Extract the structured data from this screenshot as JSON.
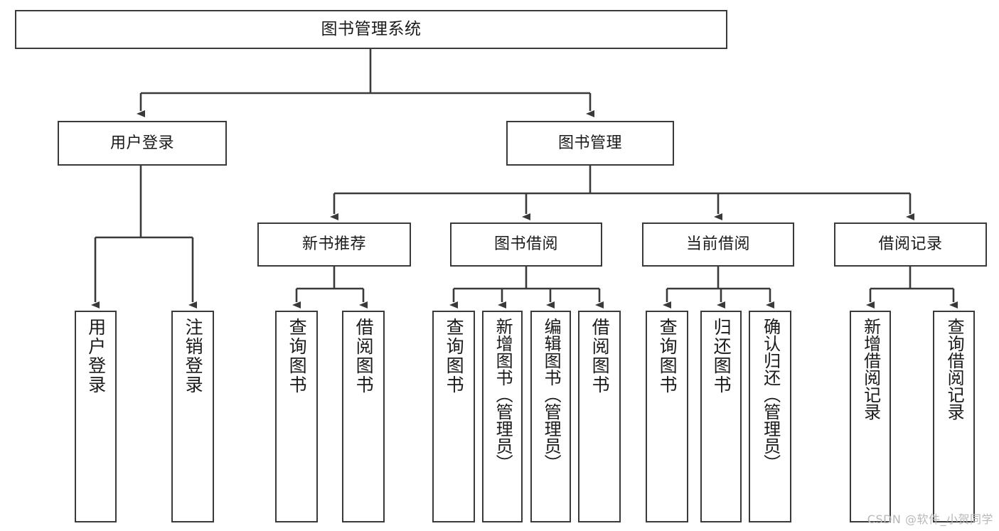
{
  "diagram": {
    "type": "tree",
    "title": "图书管理系统",
    "orientation": "top-down",
    "line_color": "#3a3a3a",
    "box_fill": "#ffffff",
    "box_border": "#3a3a3a",
    "levels": 4
  },
  "root": {
    "label": "图书管理系统"
  },
  "level2": [
    {
      "label": "用户登录"
    },
    {
      "label": "图书管理"
    }
  ],
  "level3": [
    {
      "label": "新书推荐"
    },
    {
      "label": "图书借阅"
    },
    {
      "label": "当前借阅"
    },
    {
      "label": "借阅记录"
    }
  ],
  "leaves": {
    "user_login": [
      {
        "label": "用户登录"
      },
      {
        "label": "注销登录"
      }
    ],
    "new_book_recommend": [
      {
        "label": "查询图书"
      },
      {
        "label": "借阅图书"
      }
    ],
    "book_borrow": [
      {
        "label": "查询图书"
      },
      {
        "label": "新增图书（管理员）"
      },
      {
        "label": "编辑图书（管理员）"
      },
      {
        "label": "借阅图书"
      }
    ],
    "current_borrow": [
      {
        "label": "查询图书"
      },
      {
        "label": "归还图书"
      },
      {
        "label": "确认归还（管理员）"
      }
    ],
    "borrow_record": [
      {
        "label": "新增借阅记录"
      },
      {
        "label": "查询借阅记录"
      }
    ]
  },
  "watermark": {
    "text": "CSDN @软件_小贺同学"
  }
}
